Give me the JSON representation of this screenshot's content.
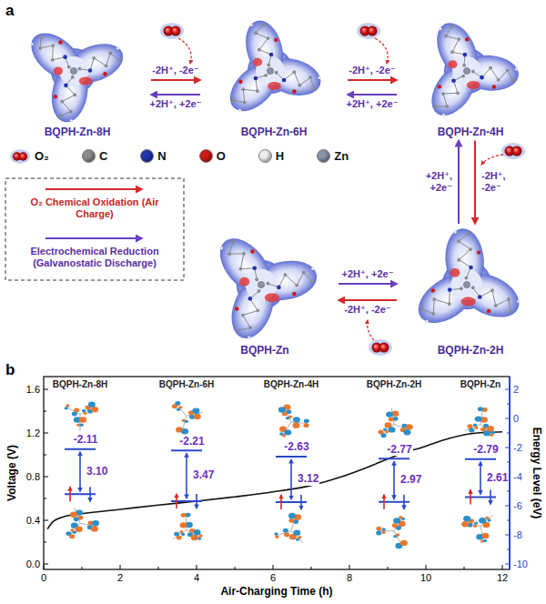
{
  "diagram": {
    "nodes": [
      {
        "text": [
          "BQPH-Zn-8H"
        ]
      },
      {
        "text": [
          "BQPH-Zn-6H"
        ]
      },
      {
        "text": [
          "BQPH-Zn-4H"
        ]
      },
      {
        "text": [
          "BQPH-Zn"
        ]
      },
      {
        "text": [
          "BQPH-Zn-2H"
        ]
      }
    ],
    "edges": [
      {
        "from": 0,
        "to": 1,
        "label": "-2H⁺, -2e⁻",
        "arrow": "to"
      },
      {
        "from": 1,
        "to": 0,
        "label": "+2H⁺, +2e⁻",
        "arrow": "to"
      },
      {
        "from": 1,
        "to": 2,
        "label": "-2H⁺, -2e⁻",
        "arrow": "to"
      },
      {
        "from": 2,
        "to": 1,
        "label": "+2H⁺, +2e⁻",
        "arrow": "to"
      },
      {
        "from": 2,
        "to": 4,
        "label": "-2H⁺, -2e⁻",
        "arrow": "to"
      },
      {
        "from": 4,
        "to": 2,
        "label": "+2H⁺, +2e⁻",
        "arrow": "to"
      },
      {
        "from": 4,
        "to": 3,
        "label": "-2H⁺, -2e⁻",
        "arrow": "to"
      },
      {
        "from": 3,
        "to": 4,
        "label": "+2H⁺, +2e⁻",
        "arrow": "to"
      }
    ],
    "labels": [
      "a",
      "b",
      "BQPH-Zn-8H",
      "BQPH-Zn-6H",
      "BQPH-Zn-4H",
      "BQPH-Zn-2H",
      "BQPH-Zn",
      "-2.11",
      "-2.21",
      "-2.63",
      "-2.77",
      "-2.79",
      "3.10",
      "3.47",
      "3.12",
      "2.97",
      "2.61",
      "0.0",
      "0.4",
      "0.8",
      "1.2",
      "1.6",
      "0",
      "2",
      "4",
      "6",
      "8",
      "10",
      "12",
      "2",
      "0",
      "-2",
      "-4",
      "-6",
      "-8",
      "-10",
      "Voltage (V)",
      "Air-Charging Time (h)",
      "Energy Level (eV)"
    ],
    "legend": [
      {
        "text": "O₂"
      },
      {
        "text": "C",
        "color": "#8c8c8c"
      },
      {
        "text": "N",
        "color": "#2233aa"
      },
      {
        "text": "O",
        "color": "#d01818"
      },
      {
        "text": "H",
        "color": "#eeeeee"
      },
      {
        "text": "Zn",
        "color": "#8a93a8"
      },
      {
        "text": "O₂ Chemical Oxidation (Air Charge)"
      },
      {
        "text": "Electrochemical Reduction (Galvanostatic Discharge)"
      }
    ]
  }
}
